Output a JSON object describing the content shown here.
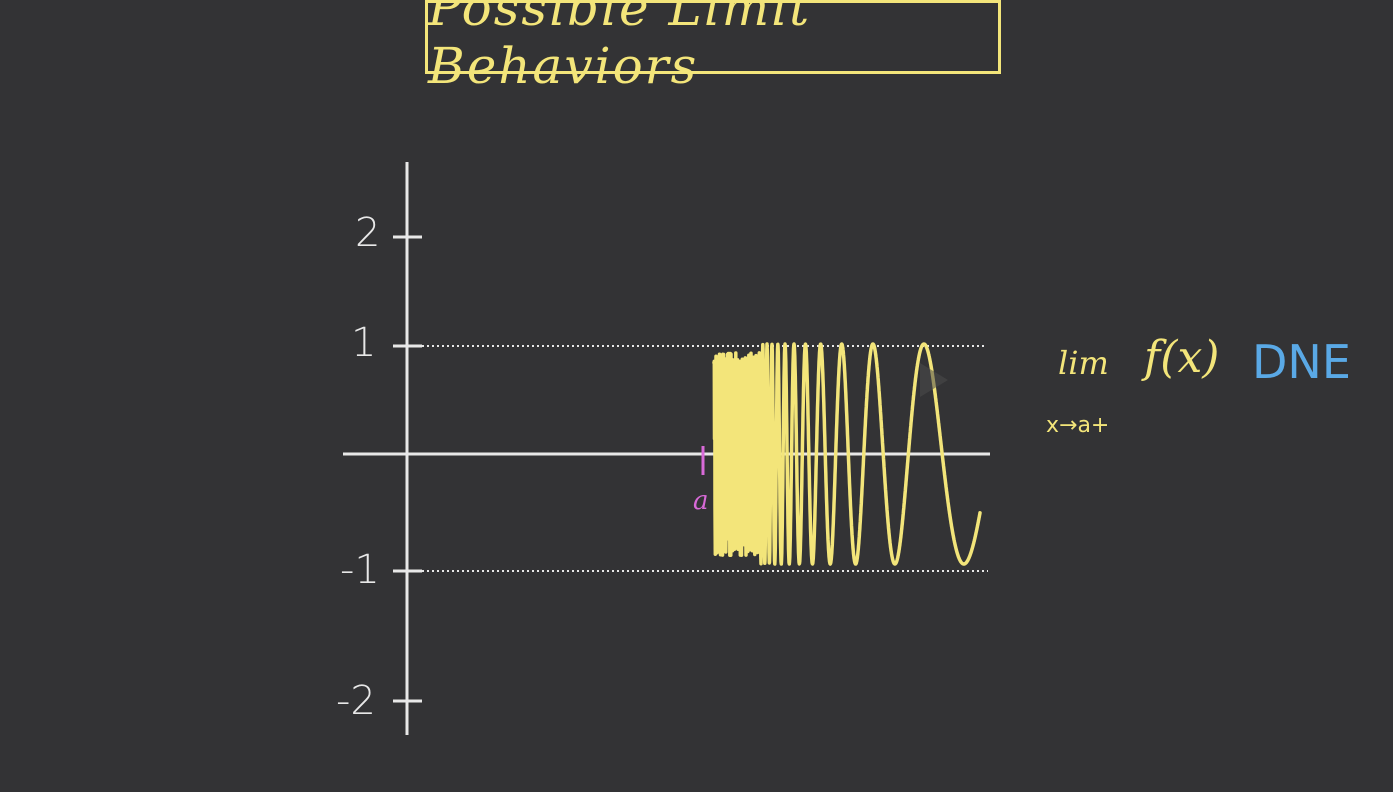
{
  "title": "Possible Limit Behaviors",
  "y_ticks": [
    "2",
    "1",
    "-1",
    "-2"
  ],
  "a_label": "a",
  "limit": {
    "lim": "lim",
    "subscript": "x→a+",
    "function": "f(x)",
    "result": "DNE"
  },
  "colors": {
    "background": "#333335",
    "curve": "#f3e57a",
    "axes": "#e8e8e8",
    "a_marker": "#d86ad8",
    "dne": "#5aa9e6"
  }
}
